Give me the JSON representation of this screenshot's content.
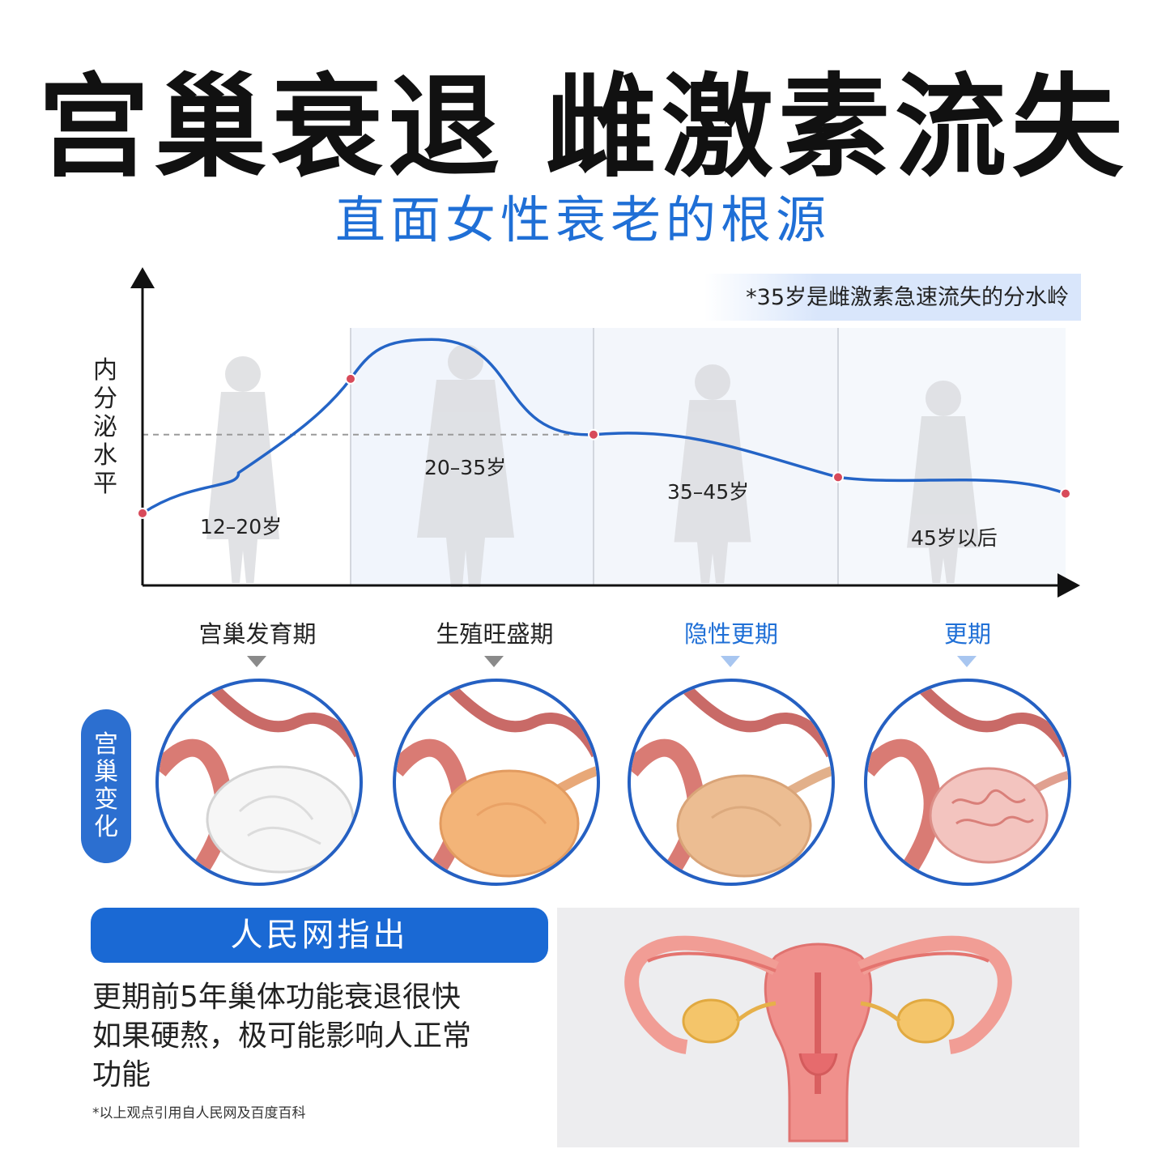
{
  "header": {
    "title_part1": "宫巢衰退",
    "title_part2": "雌激素流失",
    "subtitle": "直面女性衰老的根源"
  },
  "chart_data": {
    "type": "line",
    "ylabel": "内分泌水平",
    "note": "*35岁是雌激素急速流失的分水岭",
    "categories": [
      "12–20岁",
      "20–35岁",
      "35–45岁",
      "45岁以后"
    ],
    "x": [
      12,
      20,
      35,
      45,
      55
    ],
    "values": [
      0.22,
      0.63,
      0.46,
      0.33,
      0.28
    ],
    "peak": {
      "x": 25,
      "y": 0.75
    },
    "reference_level": 0.46,
    "colors": {
      "line": "#2464c6",
      "point": "#d84a5a",
      "reference": "#9a9a9a"
    }
  },
  "stages": [
    {
      "label": "宫巢发育期",
      "highlight": false
    },
    {
      "label": "生殖旺盛期",
      "highlight": false
    },
    {
      "label": "隐性更期",
      "highlight": true
    },
    {
      "label": "更期",
      "highlight": true
    }
  ],
  "side_label": [
    "宫",
    "巢",
    "变",
    "化"
  ],
  "info": {
    "banner": "人民网指出",
    "lines": [
      "更期前5年巢体功能衰退很快",
      "如果硬熬，极可能影响人正常",
      "功能"
    ],
    "footnote": "*以上观点引用自人民网及百度百科"
  },
  "colors": {
    "accent": "#1f6fd6",
    "banner": "#1a69d4"
  }
}
